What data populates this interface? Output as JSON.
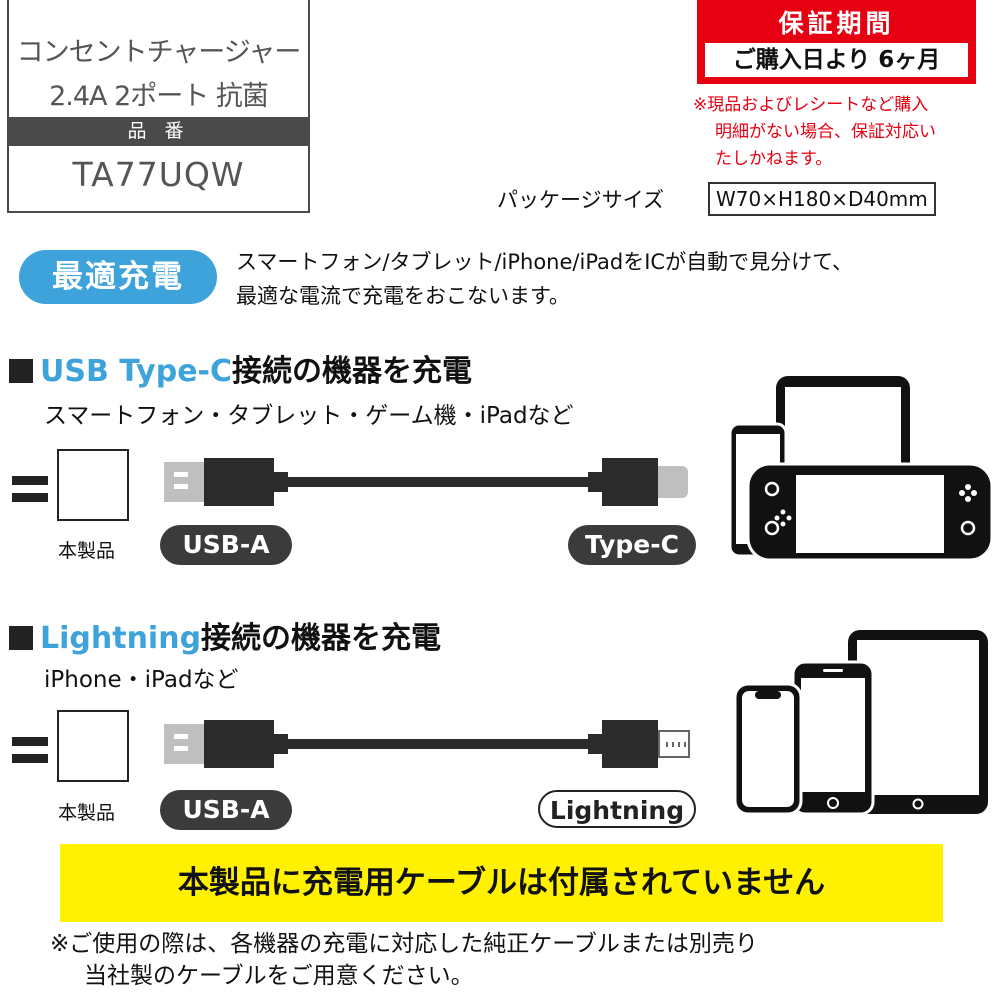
{
  "product": {
    "name_line1": "コンセントチャージャー",
    "name_line2": "2.4A 2ポート 抗菌",
    "hinban_label": "品 番",
    "model_number": "TA77UQW"
  },
  "warranty": {
    "title": "保証期間",
    "period": "ご購入日より 6ヶ月",
    "note_line1": "※現品およびレシートなど購入",
    "note_line2": "明細がない場合、保証対応い",
    "note_line3": "たしかねます。"
  },
  "package": {
    "label": "パッケージサイズ",
    "size": "W70×H180×D40mm"
  },
  "optimal": {
    "badge": "最適充電",
    "desc_line1": "スマートフォン/タブレット/iPhone/iPadをICが自動で見分けて、",
    "desc_line2": "最適な電流で充電をおこないます。"
  },
  "section_typec": {
    "title_accent": "USB Type-C",
    "title_rest": "接続の機器を充電",
    "subtitle": "スマートフォン・タブレット・ゲーム機・iPadなど",
    "adapter_label": "本製品",
    "plug_a_label": "USB-A",
    "plug_b_label": "Type-C"
  },
  "section_lightning": {
    "title_accent": "Lightning",
    "title_rest": "接続の機器を充電",
    "subtitle": "iPhone・iPadなど",
    "adapter_label": "本製品",
    "plug_a_label": "USB-A",
    "plug_b_label": "Lightning"
  },
  "banner": {
    "text": "本製品に充電用ケーブルは付属されていません"
  },
  "footnote": {
    "line1": "※ご使用の際は、各機器の充電に対応した純正ケーブルまたは別売り",
    "line2": "当社製のケーブルをご用意ください。"
  },
  "colors": {
    "accent_blue": "#3fa3db",
    "warranty_red": "#e60012",
    "banner_yellow": "#fff100",
    "dark": "#2b2b2b"
  }
}
